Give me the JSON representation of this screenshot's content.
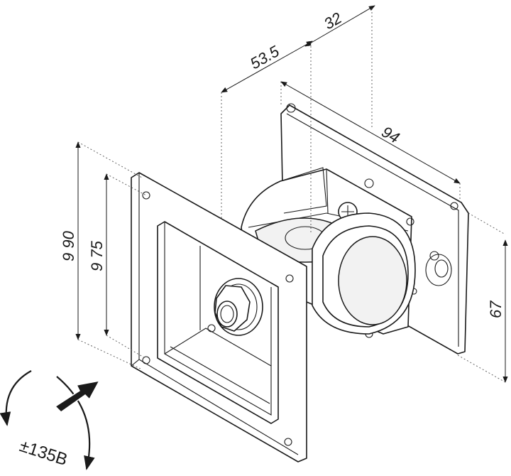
{
  "dimensions": {
    "d32": "32",
    "d53_5": "53.5",
    "d94": "94",
    "d90": "9 90",
    "d75": "9 75",
    "d67": "67"
  },
  "rotation": {
    "label": "±135B"
  }
}
